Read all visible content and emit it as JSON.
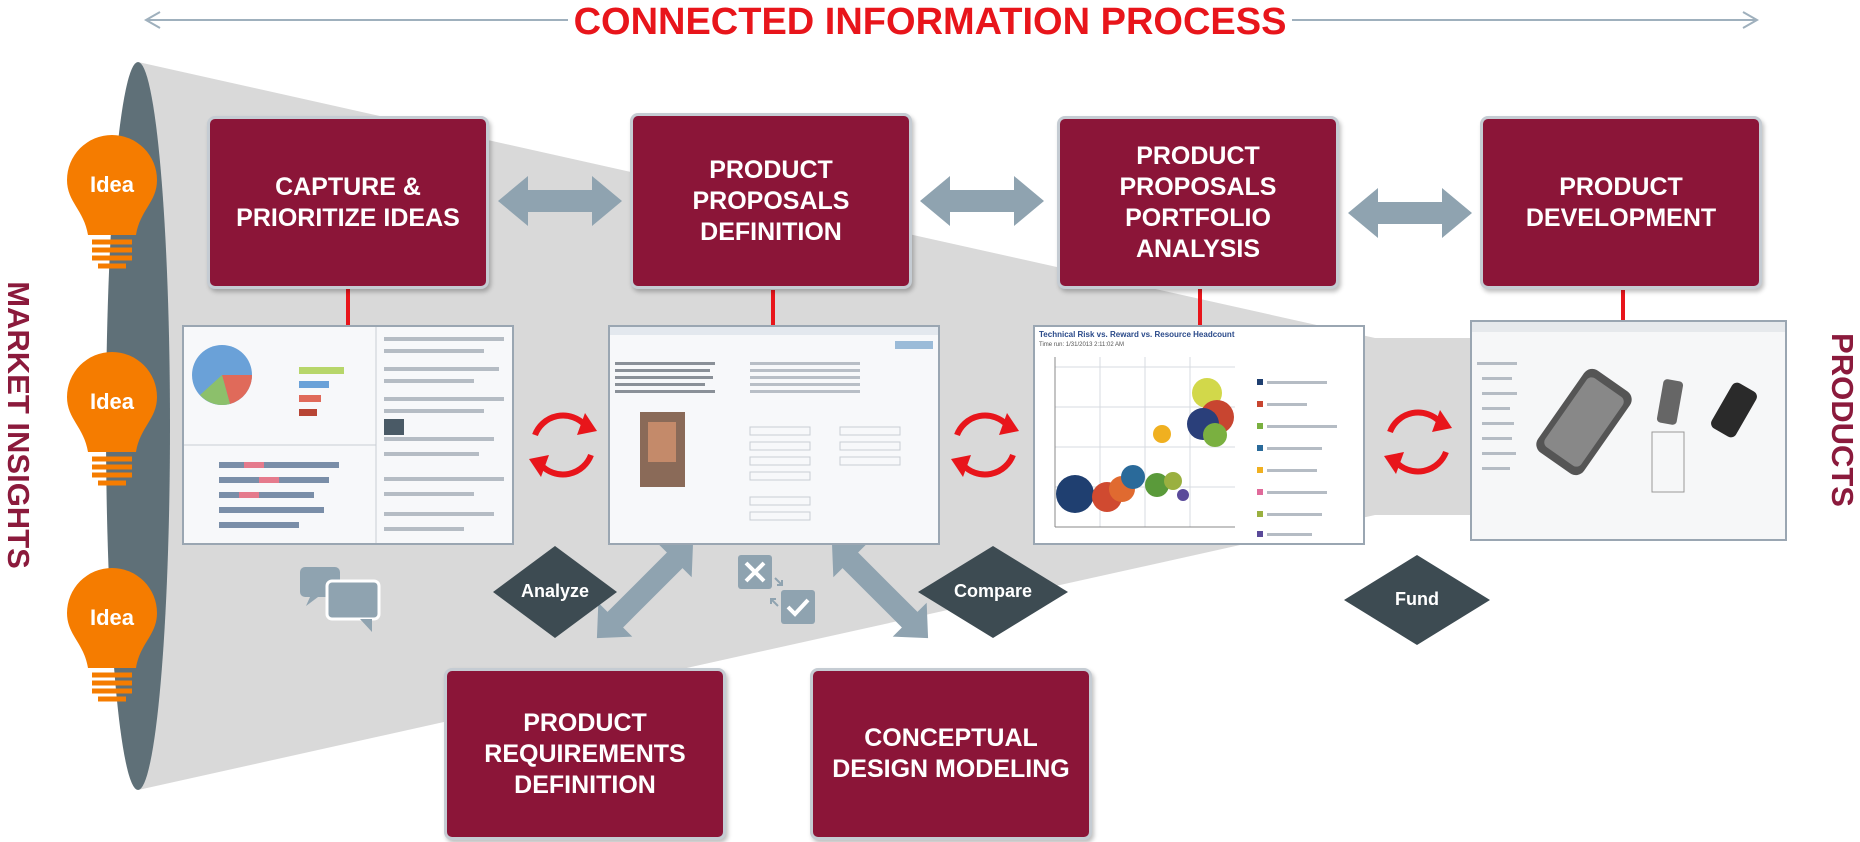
{
  "title": "CONNECTED INFORMATION PROCESS",
  "side_labels": {
    "left": "MARKET INSIGHTS",
    "right": "PRODUCTS"
  },
  "ideas": [
    "Idea",
    "Idea",
    "Idea"
  ],
  "boxes": {
    "capture": "CAPTURE & PRIORITIZE IDEAS",
    "proposals_definition": "PRODUCT PROPOSALS DEFINITION",
    "portfolio_analysis": "PRODUCT PROPOSALS PORTFOLIO ANALYSIS",
    "product_development": "PRODUCT DEVELOPMENT",
    "requirements_definition": "PRODUCT REQUIREMENTS DEFINITION",
    "conceptual_design": "CONCEPTUAL DESIGN MODELING"
  },
  "diamonds": {
    "analyze": "Analyze",
    "compare": "Compare",
    "fund": "Fund"
  },
  "bubble_chart": {
    "title": "Technical Risk vs. Reward vs. Resource Headcount",
    "subtitle": "Time run: 1/31/2013 2:11:02 AM"
  },
  "colors": {
    "accent_red": "#e8151b",
    "box_fill": "#8b1538",
    "funnel": "#d9d9d9",
    "arrow": "#8fa3b0",
    "diamond": "#3d4b52",
    "bulb": "#f57c00"
  },
  "icons": [
    "lightbulb-icon",
    "chat-bubbles-icon",
    "reject-approve-icon",
    "refresh-cycle-icon"
  ]
}
